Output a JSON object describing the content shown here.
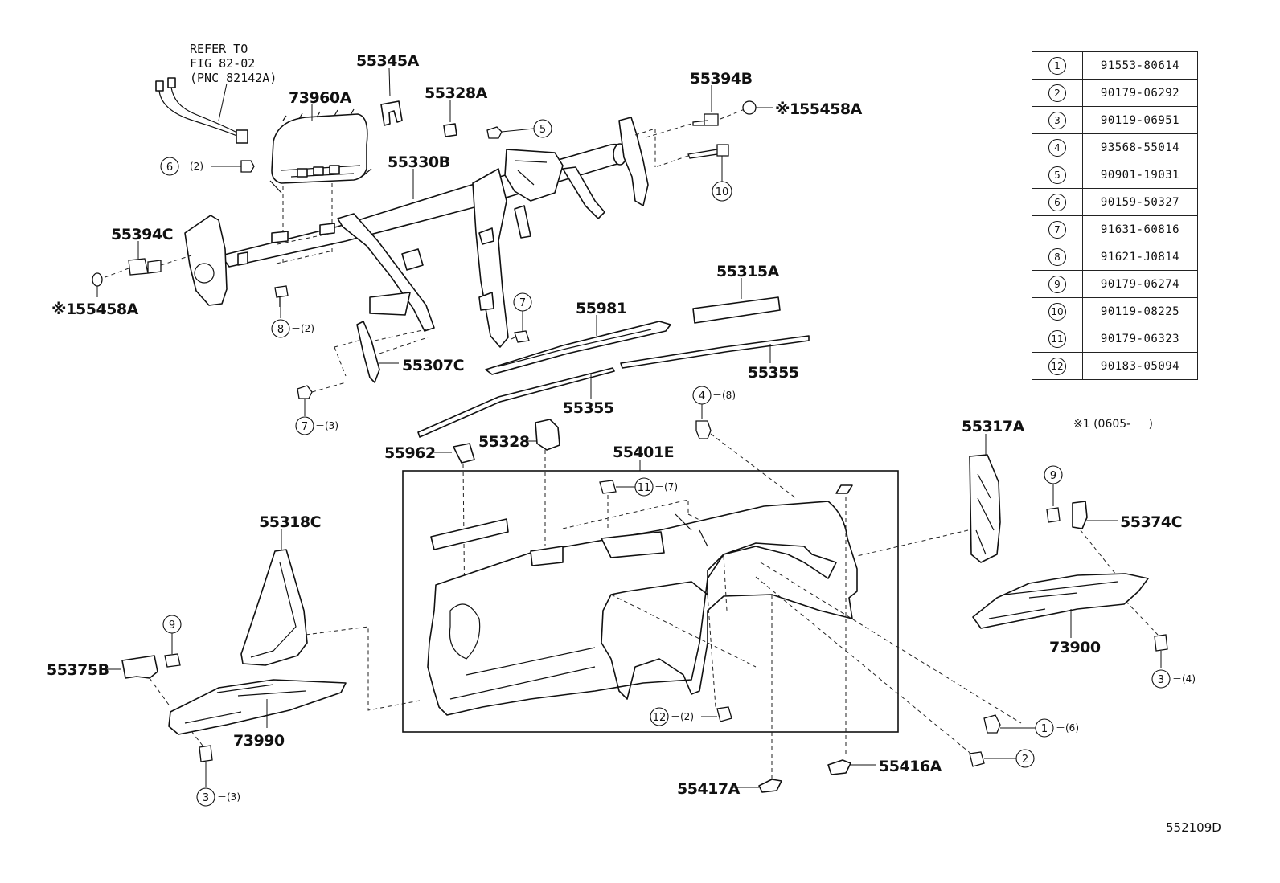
{
  "reference_note": [
    "REFER TO",
    "FIG 82-02",
    "(PNC 82142A)"
  ],
  "part_labels": {
    "p73960A": "73960A",
    "p55345A": "55345A",
    "p55328A": "55328A",
    "p55394B": "55394B",
    "p55458A_top": "55458A",
    "p55330B": "55330B",
    "p55394C": "55394C",
    "p55458A_left": "55458A",
    "p55315A": "55315A",
    "p55981": "55981",
    "p55307C": "55307C",
    "p55355_right": "55355",
    "p55355_mid": "55355",
    "p55962": "55962",
    "p55328": "55328",
    "p55401E": "55401E",
    "p55317A": "55317A",
    "p55374C": "55374C",
    "p55318C": "55318C",
    "p55375B": "55375B",
    "p73990": "73990",
    "p73900": "73900",
    "p55416A": "55416A",
    "p55417A": "55417A"
  },
  "mark_prefix": "※1",
  "callouts": {
    "c5": {
      "num": "5",
      "qty": ""
    },
    "c6": {
      "num": "6",
      "qty": "－(2)"
    },
    "c10": {
      "num": "10",
      "qty": ""
    },
    "c8": {
      "num": "8",
      "qty": "－(2)"
    },
    "c7a": {
      "num": "7",
      "qty": ""
    },
    "c7b": {
      "num": "7",
      "qty": "－(3)"
    },
    "c4": {
      "num": "4",
      "qty": "－(8)"
    },
    "c11": {
      "num": "11",
      "qty": "－(7)"
    },
    "c9a": {
      "num": "9",
      "qty": ""
    },
    "c9b": {
      "num": "9",
      "qty": ""
    },
    "c3a": {
      "num": "3",
      "qty": "－(4)"
    },
    "c3b": {
      "num": "3",
      "qty": "－(3)"
    },
    "c12": {
      "num": "12",
      "qty": "－(2)"
    },
    "c1": {
      "num": "1",
      "qty": "－(6)"
    },
    "c2": {
      "num": "2",
      "qty": ""
    }
  },
  "parts_table": [
    {
      "key": "1",
      "part": "91553-80614"
    },
    {
      "key": "2",
      "part": "90179-06292"
    },
    {
      "key": "3",
      "part": "90119-06951"
    },
    {
      "key": "4",
      "part": "93568-55014"
    },
    {
      "key": "5",
      "part": "90901-19031"
    },
    {
      "key": "6",
      "part": "90159-50327"
    },
    {
      "key": "7",
      "part": "91631-60816"
    },
    {
      "key": "8",
      "part": "91621-J0814"
    },
    {
      "key": "9",
      "part": "90179-06274"
    },
    {
      "key": "10",
      "part": "90119-08225"
    },
    {
      "key": "11",
      "part": "90179-06323"
    },
    {
      "key": "12",
      "part": "90183-05094"
    }
  ],
  "date_note": "※1 (0605-     )",
  "diagram_code": "552109D"
}
